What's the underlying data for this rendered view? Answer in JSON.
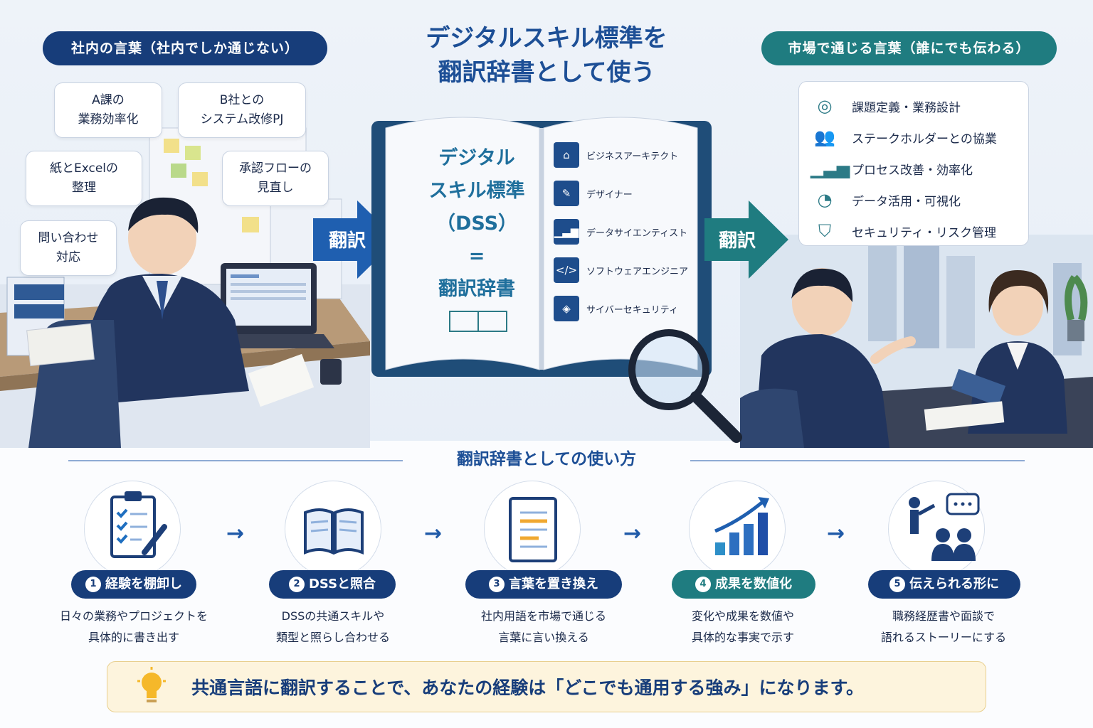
{
  "title": "デジタルスキル標準を\n翻訳辞書として使う",
  "left_header": "社内の言葉（社内でしか通じない）",
  "right_header": "市場で通じる言葉（誰にでも伝わる）",
  "internal_bubbles": [
    "A課の\n業務効率化",
    "B社との\nシステム改修PJ",
    "紙とExcelの\n整理",
    "承認フローの\n見直し",
    "問い合わせ\n対応"
  ],
  "translate_label_left": "翻訳",
  "translate_label_right": "翻訳",
  "book_text": "デジタル\nスキル標準\n（DSS）\n=\n翻訳辞書",
  "roles": [
    {
      "label": "ビジネスアーキテクト",
      "icon": "org-chart-icon"
    },
    {
      "label": "デザイナー",
      "icon": "pen-icon"
    },
    {
      "label": "データサイエンティスト",
      "icon": "chart-icon"
    },
    {
      "label": "ソフトウェアエンジニア",
      "icon": "code-icon"
    },
    {
      "label": "サイバーセキュリティ",
      "icon": "shield-lock-icon"
    }
  ],
  "market_terms": [
    {
      "label": "課題定義・業務設計",
      "icon": "target-icon"
    },
    {
      "label": "ステークホルダーとの協業",
      "icon": "people-icon"
    },
    {
      "label": "プロセス改善・効率化",
      "icon": "growth-chart-icon"
    },
    {
      "label": "データ活用・可視化",
      "icon": "pie-chart-icon"
    },
    {
      "label": "セキュリティ・リスク管理",
      "icon": "shield-icon"
    }
  ],
  "section_title": "翻訳辞書としての使い方",
  "steps": [
    {
      "num": "1",
      "label": "経験を棚卸し",
      "desc": "日々の業務やプロジェクトを\n具体的に書き出す",
      "color": "#173d7a",
      "icon": "clipboard-icon"
    },
    {
      "num": "2",
      "label": "DSSと照合",
      "desc": "DSSの共通スキルや\n類型と照らし合わせる",
      "color": "#173d7a",
      "icon": "open-book-icon"
    },
    {
      "num": "3",
      "label": "言葉を置き換え",
      "desc": "社内用語を市場で通じる\n言葉に言い換える",
      "color": "#173d7a",
      "icon": "notebook-icon"
    },
    {
      "num": "4",
      "label": "成果を数値化",
      "desc": "変化や成果を数値や\n具体的な事実で示す",
      "color": "#1f7c80",
      "icon": "bar-chart-icon"
    },
    {
      "num": "5",
      "label": "伝えられる形に",
      "desc": "職務経歴書や面談で\n語れるストーリーにする",
      "color": "#173d7a",
      "icon": "presentation-icon"
    }
  ],
  "footer_text": "共通言語に翻訳することで、あなたの経験は「どこでも通用する強み」になります。",
  "colors": {
    "navy": "#173d7a",
    "teal": "#1f7c80",
    "blue": "#1d4f96"
  }
}
